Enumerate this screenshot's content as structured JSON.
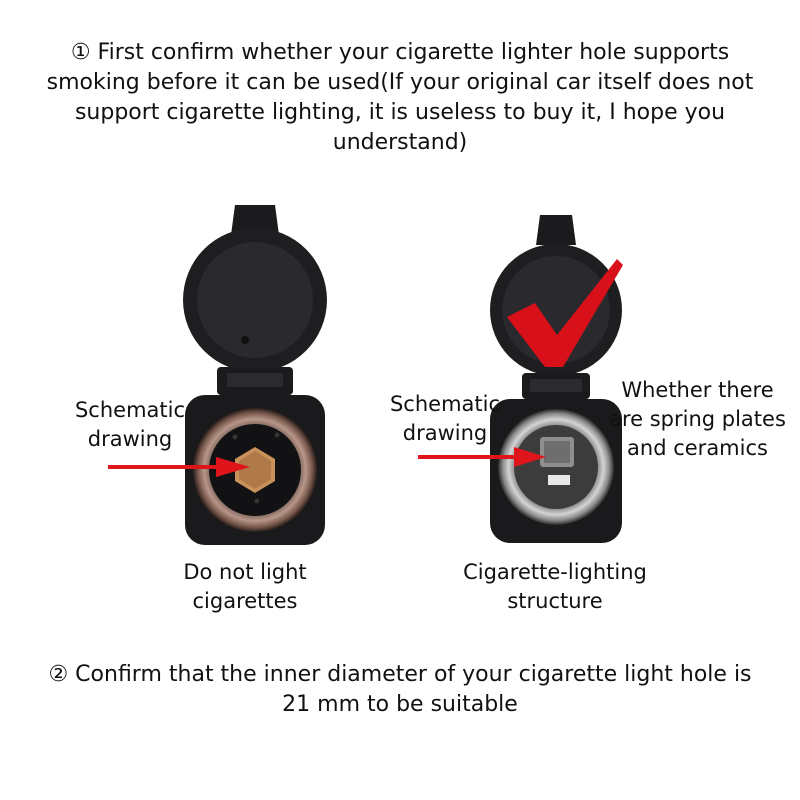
{
  "notes": {
    "first": "① First confirm whether your cigarette lighter hole supports smoking before it can be used(If your original car itself does not support cigarette lighting, it is useless to buy it, I hope you understand)",
    "second": "② Confirm that the inner diameter of your cigarette light hole is 21 mm to be suitable"
  },
  "left_example": {
    "schematic_label": "Schematic drawing",
    "caption": "Do not light cigarettes"
  },
  "right_example": {
    "schematic_label": "Schematic drawing",
    "side_note": "Whether there are spring plates and ceramics",
    "caption": "Cigarette-lighting structure"
  },
  "colors": {
    "arrow": "#e0141b",
    "check": "#d8101a",
    "socket_body": "#1d1d1f",
    "chrome_ring": "#a98a78",
    "hex_plug": "#c9925a"
  },
  "icons": {
    "left_arrow": "arrow-right-icon",
    "right_arrow": "arrow-right-icon",
    "check": "check-mark-icon"
  }
}
